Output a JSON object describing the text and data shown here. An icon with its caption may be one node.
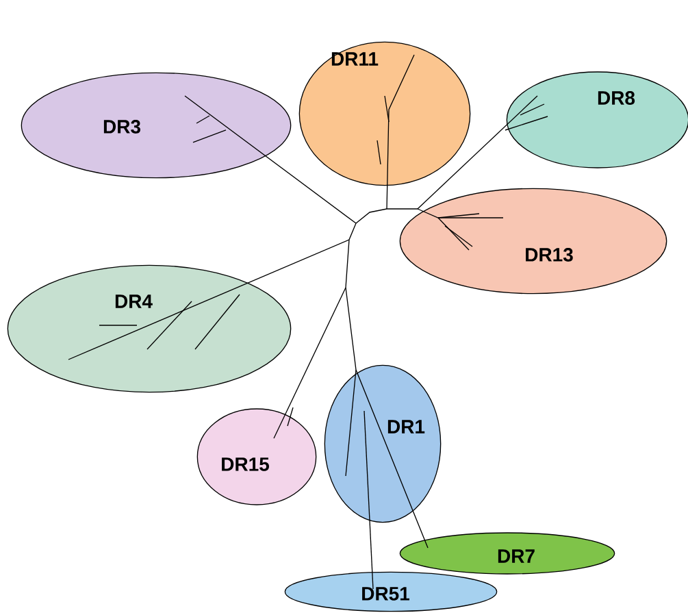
{
  "diagram": {
    "nodes": [
      {
        "text": [
          "DR11"
        ]
      },
      {
        "text": [
          "DR8"
        ]
      },
      {
        "text": [
          "DR3"
        ]
      },
      {
        "text": [
          "DR13"
        ]
      },
      {
        "text": [
          "DR4"
        ]
      },
      {
        "text": [
          "DR1"
        ]
      },
      {
        "text": [
          "DR15"
        ]
      },
      {
        "text": [
          "DR7"
        ]
      },
      {
        "text": [
          "DR51"
        ]
      }
    ]
  }
}
